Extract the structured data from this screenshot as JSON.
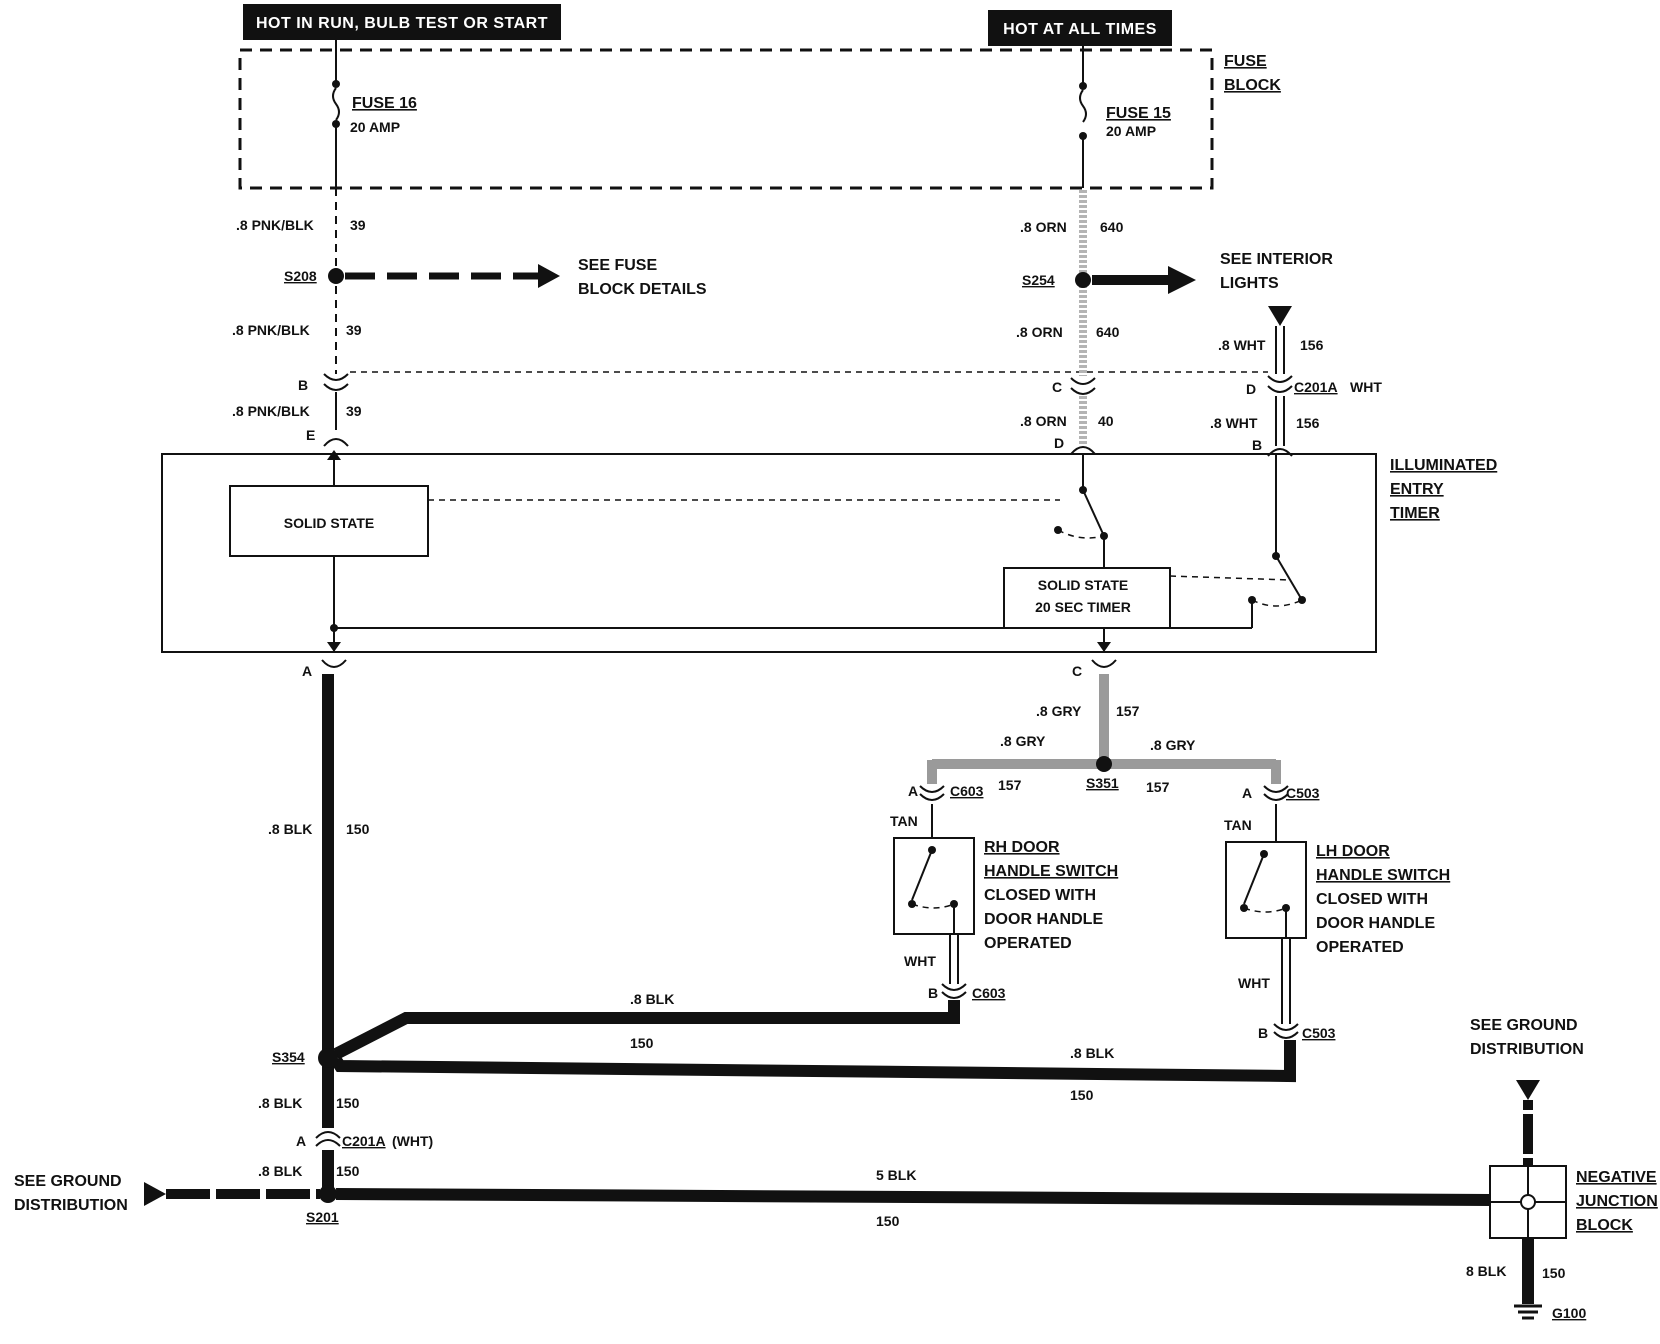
{
  "banners": {
    "run": "HOT IN RUN, BULB TEST OR START",
    "always": "HOT AT ALL TIMES"
  },
  "fuse_block": {
    "label_line1": "FUSE",
    "label_line2": "BLOCK",
    "fuse16_name": "FUSE 16",
    "fuse16_rating": "20 AMP",
    "fuse15_name": "FUSE 15",
    "fuse15_rating": "20 AMP"
  },
  "left_circuit": {
    "wire_top": ".8 PNK/BLK",
    "circuit_top": "39",
    "splice": "S208",
    "see_line1": "SEE FUSE",
    "see_line2": "BLOCK DETAILS",
    "wire_mid": ".8 PNK/BLK",
    "circuit_mid": "39",
    "conn_b": "B",
    "wire_low": ".8 PNK/BLK",
    "circuit_low": "39",
    "conn_e": "E"
  },
  "right_circuit": {
    "wire_top": ".8 ORN",
    "circuit_top": "640",
    "splice": "S254",
    "see_line1": "SEE INTERIOR",
    "see_line2": "LIGHTS",
    "wire_mid": ".8 ORN",
    "circuit_mid": "640",
    "conn_c": "C",
    "wire_low": ".8 ORN",
    "circuit_low": "40",
    "conn_d": "D"
  },
  "wht_circuit": {
    "wire_top": ".8 WHT",
    "circuit_top": "156",
    "conn_d": "D",
    "connector": "C201A",
    "connector_color": "WHT",
    "wire_low": ".8 WHT",
    "circuit_low": "156",
    "conn_b": "B"
  },
  "timer": {
    "label_line1": "ILLUMINATED",
    "label_line2": "ENTRY",
    "label_line3": "TIMER",
    "solid_state": "SOLID STATE",
    "timer_line1": "SOLID STATE",
    "timer_line2": "20 SEC TIMER",
    "pin_a": "A",
    "pin_c": "C"
  },
  "gray_circuit": {
    "wire": ".8 GRY",
    "circuit": "157",
    "left_wire": ".8 GRY",
    "right_wire": ".8 GRY",
    "splice": "S351",
    "left_circuit": "157",
    "right_circuit": "157",
    "rh_pin": "A",
    "rh_conn": "C603",
    "lh_pin": "A",
    "lh_conn": "C503"
  },
  "rh_switch": {
    "color": "TAN",
    "title_line1": "RH DOOR",
    "title_line2": "HANDLE SWITCH",
    "desc_line1": "CLOSED WITH",
    "desc_line2": "DOOR HANDLE",
    "desc_line3": "OPERATED",
    "lead_color": "WHT",
    "pin_b": "B",
    "conn": "C603"
  },
  "lh_switch": {
    "color": "TAN",
    "title_line1": "LH DOOR",
    "title_line2": "HANDLE SWITCH",
    "desc_line1": "CLOSED WITH",
    "desc_line2": "DOOR HANDLE",
    "desc_line3": "OPERATED",
    "lead_color": "WHT",
    "pin_b": "B",
    "conn": "C503"
  },
  "ground": {
    "wire_150": ".8 BLK",
    "circuit_150": "150",
    "rh_wire": ".8 BLK",
    "rh_circuit": "150",
    "lh_wire": ".8 BLK",
    "lh_circuit": "150",
    "splice_s354": "S354",
    "wire_below": ".8 BLK",
    "circuit_below": "150",
    "pin_a": "A",
    "connector": "C201A",
    "connector_color": "(WHT)",
    "wire_s201": ".8 BLK",
    "circuit_s201": "150",
    "splice_s201": "S201",
    "see_left_line1": "SEE GROUND",
    "see_left_line2": "DISTRIBUTION",
    "main_wire": "5 BLK",
    "main_circuit": "150",
    "see_right_line1": "SEE GROUND",
    "see_right_line2": "DISTRIBUTION",
    "njb_line1": "NEGATIVE",
    "njb_line2": "JUNCTION",
    "njb_line3": "BLOCK",
    "g_wire": "8 BLK",
    "g_circuit": "150",
    "g_point": "G100"
  }
}
